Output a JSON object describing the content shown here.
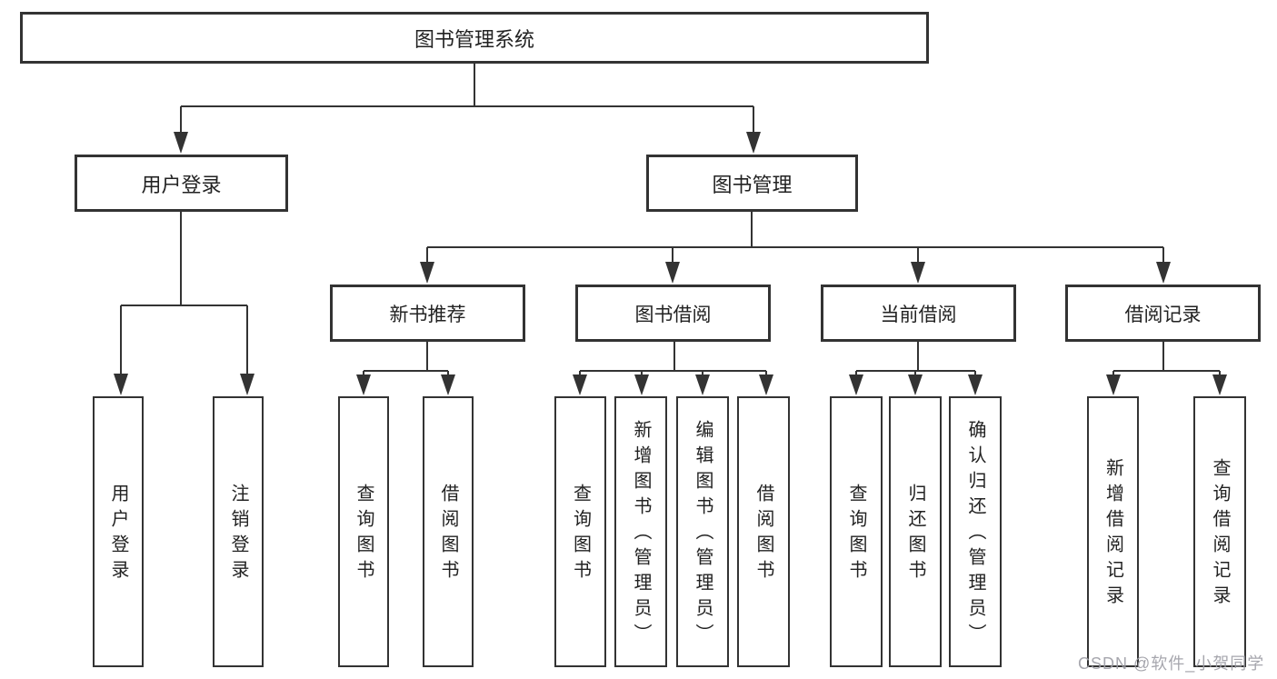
{
  "diagram": {
    "type": "hierarchy-tree",
    "colors": {
      "line": "#333333",
      "border": "#333333",
      "text": "#222222",
      "background": "#ffffff",
      "watermark": "#9e9ea6"
    },
    "nodes": {
      "root": {
        "label": "图书管理系统"
      },
      "level2": [
        {
          "label": "用户登录"
        },
        {
          "label": "图书管理"
        }
      ],
      "level3": [
        {
          "label": "新书推荐",
          "parent": "图书管理"
        },
        {
          "label": "图书借阅",
          "parent": "图书管理"
        },
        {
          "label": "当前借阅",
          "parent": "图书管理"
        },
        {
          "label": "借阅记录",
          "parent": "图书管理"
        }
      ],
      "level4": [
        {
          "label": "用户登录",
          "parent": "用户登录"
        },
        {
          "label": "注销登录",
          "parent": "用户登录"
        },
        {
          "label": "查询图书",
          "parent": "新书推荐"
        },
        {
          "label": "借阅图书",
          "parent": "新书推荐"
        },
        {
          "label": "查询图书",
          "parent": "图书借阅"
        },
        {
          "label": "新增图书（管理员）",
          "parent": "图书借阅"
        },
        {
          "label": "编辑图书（管理员）",
          "parent": "图书借阅"
        },
        {
          "label": "借阅图书",
          "parent": "图书借阅"
        },
        {
          "label": "查询图书",
          "parent": "当前借阅"
        },
        {
          "label": "归还图书",
          "parent": "当前借阅"
        },
        {
          "label": "确认归还（管理员）",
          "parent": "当前借阅"
        },
        {
          "label": "新增借阅记录",
          "parent": "借阅记录"
        },
        {
          "label": "查询借阅记录",
          "parent": "借阅记录"
        }
      ]
    },
    "watermark": "CSDN @软件_小贺同学"
  }
}
